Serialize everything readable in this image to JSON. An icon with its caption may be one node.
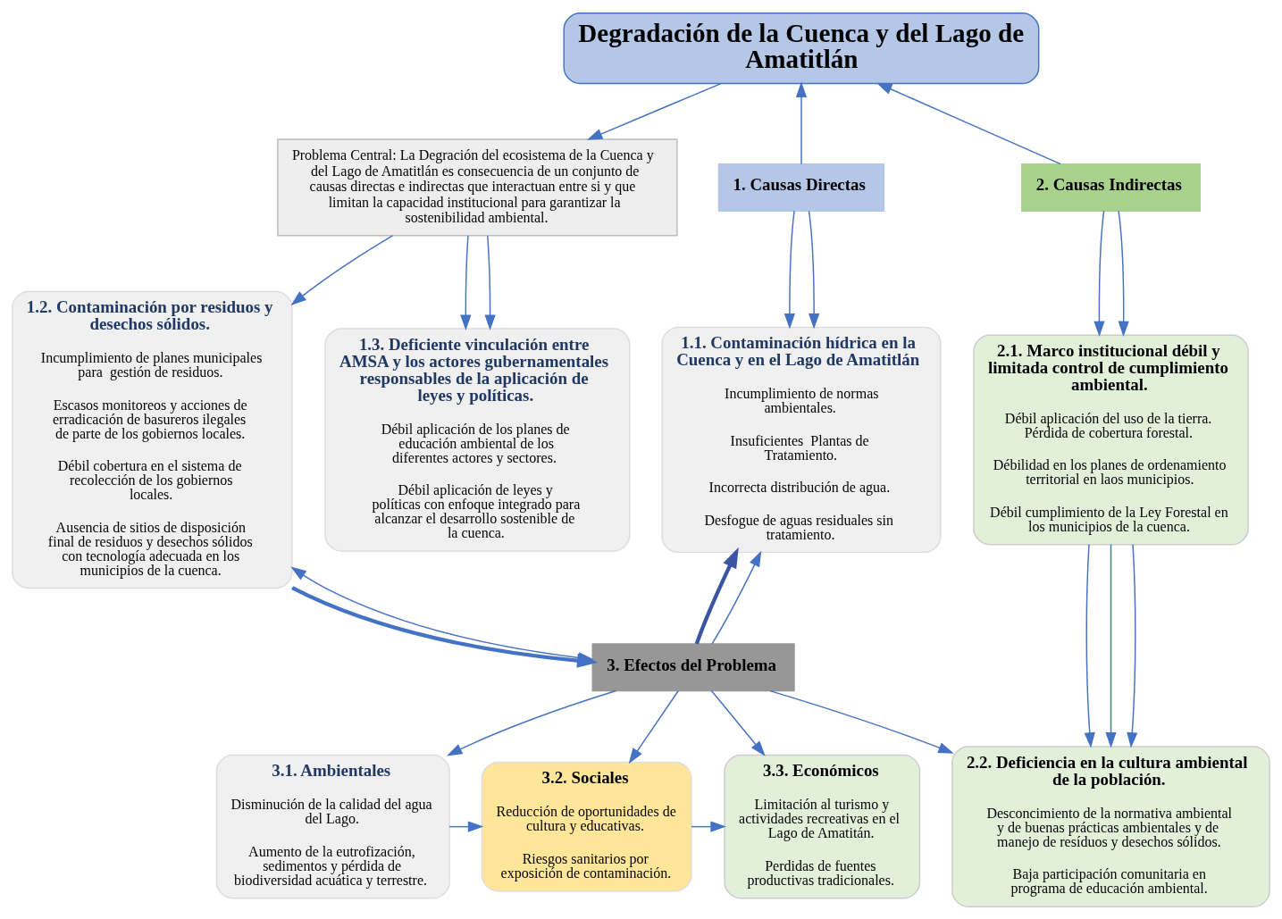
{
  "diagram": {
    "nodes": [
      {
        "text": [
          "Degradación de la Cuenca y del Lago de Amatitlán"
        ]
      },
      {
        "text": [
          "1. Causas Directas"
        ]
      },
      {
        "text": [
          "Problema Central: La Degración del ecosistema de la Cuenca y del Lago de Amatitlán es consecuencia de un conjunto de causas directas e indirectas que interactuan entre si y que limitan la capacidad institucional para garantizar la sostenibilidad ambiental."
        ]
      },
      {
        "text": [
          "2. Causas Indirectas"
        ]
      },
      {
        "text": [
          "1.1. Contaminación hídrica en la Cuenca y en el Lago de Amatitlán",
          "Incumplimiento de normas ambientales.",
          "Insuficientes  Plantas de Tratamiento.",
          "Incorrecta distribución de agua.",
          "Desfogue de aguas residuales sin tratamiento."
        ]
      },
      {
        "text": [
          "1.2. Contaminación por residuos y desechos sólidos.",
          "Incumplimiento de planes municipales para  gestión de residuos.",
          "Escasos monitoreos y acciones de erradicación de basureros ilegales de parte de los gobiernos locales.",
          "Débil cobertura en el sistema de recolección de los gobiernos locales.",
          "Ausencia de sitios de disposición final de residuos y desechos sólidos con tecnología adecuada en los municipios de la cuenca."
        ]
      },
      {
        "text": [
          "1.3. Deficiente vinculación entre AMSA y los actores gubernamentales responsables de la aplicación de leyes y políticas.",
          "Débil aplicación de los planes de educación ambiental de los diferentes actores y sectores.",
          "Débil aplicación de leyes y políticas con enfoque integrado para alcanzar el desarrollo sostenible de la cuenca."
        ]
      },
      {
        "text": [
          "2.1. Marco institucional débil y limitada control de cumplimiento ambiental.",
          "Débil aplicación del uso de la tierra. Pérdida de cobertura forestal.",
          "Débilidad en los planes de ordenamiento territorial en laos municipios.",
          "Débil cumplimiento de la Ley Forestal en los municipios de la cuenca."
        ]
      },
      {
        "text": [
          "2.2. Deficiencia en la cultura ambiental de la población.",
          "Desconcimiento de la normativa ambiental y de buenas prácticas ambientales y de manejo de resíduos y desechos sólidos.",
          "Baja participación comunitaria en programa de educación ambiental."
        ]
      },
      {
        "text": [
          "3. Efectos del Problema"
        ]
      },
      {
        "text": [
          "3.1. Ambientales",
          "Disminución de la calidad del agua del Lago.",
          "Aumento de la eutrofización, sedimentos y pérdida de biodiversidad acuática y terrestre."
        ]
      },
      {
        "text": [
          "3.2. Sociales",
          "Reducción de oportunidades de cultura y educativas.",
          "Riesgos sanitarios por exposición de contaminación."
        ]
      },
      {
        "text": [
          "3.3. Económicos",
          "Limitación al turismo y actividades recreativas en el Lago de Amatitán.",
          "Perdidas de fuentes productivas tradicionales."
        ]
      }
    ],
    "edges": [
      {
        "from": 1,
        "to": 0,
        "arrow": "to"
      },
      {
        "from": 0,
        "to": 2,
        "arrow": "to"
      },
      {
        "from": 3,
        "to": 0,
        "arrow": "to"
      },
      {
        "from": 1,
        "to": 4,
        "arrow": "to"
      },
      {
        "from": 1,
        "to": 4,
        "arrow": "to"
      },
      {
        "from": 2,
        "to": 5,
        "arrow": "to"
      },
      {
        "from": 2,
        "to": 6,
        "arrow": "to"
      },
      {
        "from": 2,
        "to": 6,
        "arrow": "to"
      },
      {
        "from": 3,
        "to": 7,
        "arrow": "to"
      },
      {
        "from": 3,
        "to": 7,
        "arrow": "to"
      },
      {
        "from": 7,
        "to": 8,
        "arrow": "to"
      },
      {
        "from": 7,
        "to": 8,
        "arrow": "to"
      },
      {
        "from": 7,
        "to": 8,
        "arrow": "to"
      },
      {
        "from": 9,
        "to": 4,
        "arrow": "to",
        "style": "thick",
        "color": "#3a55a4"
      },
      {
        "from": 9,
        "to": 4,
        "arrow": "to"
      },
      {
        "from": 5,
        "to": 9,
        "arrow": "to",
        "style": "thick"
      },
      {
        "from": 5,
        "to": 9,
        "arrow": "both"
      },
      {
        "from": 9,
        "to": 8,
        "arrow": "to"
      },
      {
        "from": 9,
        "to": 10,
        "arrow": "to"
      },
      {
        "from": 9,
        "to": 11,
        "arrow": "to"
      },
      {
        "from": 9,
        "to": 12,
        "arrow": "to"
      },
      {
        "from": 10,
        "to": 11,
        "arrow": "to"
      },
      {
        "from": 11,
        "to": 12,
        "arrow": "to"
      }
    ]
  }
}
